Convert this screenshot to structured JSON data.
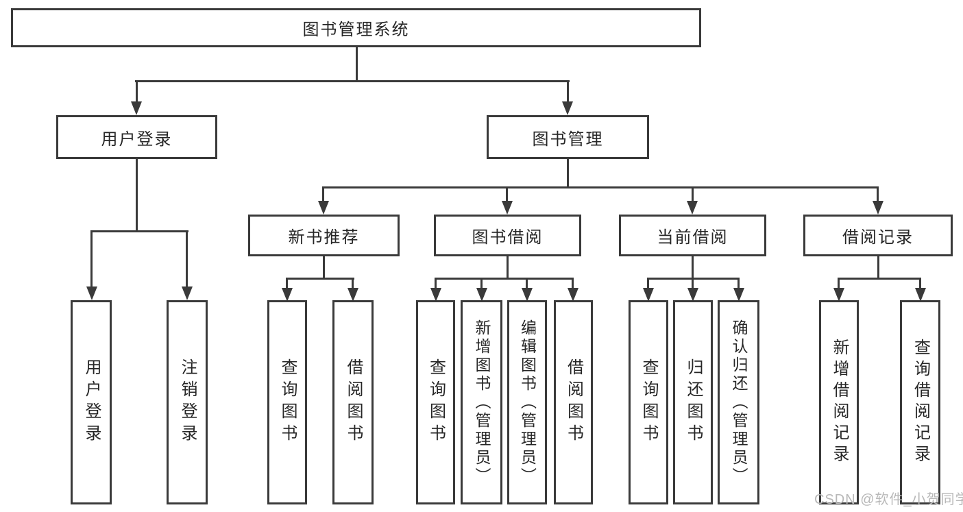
{
  "diagram": {
    "root": {
      "label": "图书管理系统"
    },
    "branches": [
      {
        "label": "用户登录",
        "children": [
          {
            "label": "用户登录"
          },
          {
            "label": "注销登录"
          }
        ]
      },
      {
        "label": "图书管理",
        "children": [
          {
            "label": "新书推荐",
            "children": [
              {
                "label": "查询图书"
              },
              {
                "label": "借阅图书"
              }
            ]
          },
          {
            "label": "图书借阅",
            "children": [
              {
                "label": "查询图书"
              },
              {
                "label": "新增图书（管理员）"
              },
              {
                "label": "编辑图书（管理员）"
              },
              {
                "label": "借阅图书"
              }
            ]
          },
          {
            "label": "当前借阅",
            "children": [
              {
                "label": "查询图书"
              },
              {
                "label": "归还图书"
              },
              {
                "label": "确认归还（管理员）"
              }
            ]
          },
          {
            "label": "借阅记录",
            "children": [
              {
                "label": "新增借阅记录"
              },
              {
                "label": "查询借阅记录"
              }
            ]
          }
        ]
      }
    ]
  },
  "watermark": {
    "text": "CSDN @软件_小贺同学"
  },
  "colors": {
    "line": "#3a3a3a",
    "text": "#262626",
    "watermark": "#b8b8b8",
    "background": "#ffffff"
  }
}
